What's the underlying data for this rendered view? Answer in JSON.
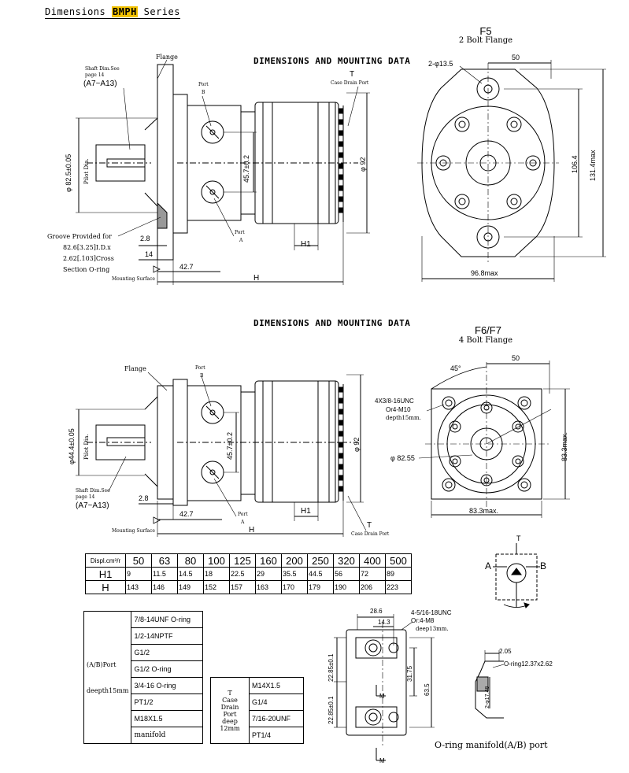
{
  "header": {
    "prefix": "Dimensions ",
    "highlight": "BMPH",
    "suffix": " Series"
  },
  "section1": {
    "title": "DIMENSIONS AND MOUNTING DATA",
    "flange_name": "F5",
    "flange_desc": "2 Bolt Flange",
    "labels": {
      "flange": "Flange",
      "shaft_dim": "Shaft Dim.See",
      "shaft_page": "page 14",
      "shaft_range": "(A7~A13)",
      "port": "Port",
      "port_b": "B",
      "port_a": "A",
      "t": "T",
      "case_drain": "Case Drain Port",
      "pilot": "φ 82.5±0.05",
      "pilot_dia": "Pilot Dia.",
      "port_spacing": "45.7±0.2",
      "dia92": "φ 92",
      "groove1": "Groove Provided for",
      "groove2": "82.6[3.25]I.D.x",
      "groove3": "2.62[.103]Cross",
      "groove4": "Section O-ring",
      "d28": "2.8",
      "d14": "14",
      "d427": "42.7",
      "h1": "H1",
      "h": "H",
      "mounting": "Mounting Surface"
    },
    "front": {
      "holes": "2-φ13.5",
      "d50": "50",
      "d1064": "106.4",
      "d1314": "131.4max",
      "d968": "96.8max"
    }
  },
  "section2": {
    "title": "DIMENSIONS AND MOUNTING DATA",
    "flange_name": "F6/F7",
    "flange_desc": "4 Bolt Flange",
    "labels": {
      "flange": "Flange",
      "port": "Port",
      "port_b": "B",
      "port_a": "A",
      "pilot": "φ44.4±0.05",
      "pilot_dia": "Pilot Dia.",
      "port_spacing": "45.7±0.2",
      "dia92": "φ 92",
      "shaft_dim": "Shaft Dim.See",
      "shaft_page": "page 14",
      "shaft_range": "(A7~A13)",
      "d28": "2.8",
      "d427": "42.7",
      "mounting": "Mounting Surface",
      "h": "H",
      "h1": "H1",
      "t": "T",
      "case_drain": "Case Drain Port"
    },
    "front": {
      "angle": "45°",
      "d50": "50",
      "holes1": "4X3/8-16UNC",
      "holes2": "Or4-M10",
      "holes3": "depth15mm.",
      "d8255": "φ 82.55",
      "d833": "83.3max.",
      "d833h": "83.3max."
    }
  },
  "displacement_table": {
    "header_label": "Displ.cm³/r",
    "columns": [
      "50",
      "63",
      "80",
      "100",
      "125",
      "160",
      "200",
      "250",
      "320",
      "400",
      "500"
    ],
    "rows": [
      {
        "label": "H1",
        "values": [
          "9",
          "11.5",
          "14.5",
          "18",
          "22.5",
          "29",
          "35.5",
          "44.5",
          "56",
          "72",
          "89"
        ]
      },
      {
        "label": "H",
        "values": [
          "143",
          "146",
          "149",
          "152",
          "157",
          "163",
          "170",
          "179",
          "190",
          "206",
          "223"
        ]
      }
    ]
  },
  "ab_port_table": {
    "label1": "(A/B)Port",
    "label2": "deepth15mm",
    "options": [
      "7/8-14UNF O-ring",
      "1/2-14NPTF",
      "G1/2",
      "G1/2 O-ring",
      "3/4-16 O-ring",
      "PT1/2",
      "M18X1.5",
      "manifold"
    ]
  },
  "t_port_table": {
    "label1": "T",
    "label2": "Case Drain",
    "label3": "Port",
    "label4": "deep 12mm",
    "options": [
      "M14X1.5",
      "G1/4",
      "7/16-20UNF",
      "PT1/4"
    ]
  },
  "symbol": {
    "t": "T",
    "a": "A",
    "b": "B"
  },
  "manifold": {
    "d286": "28.6",
    "d143": "14.3",
    "thread1": "4-5/16-18UNC",
    "thread2": "Or:4-M8",
    "thread3": "deep13mm.",
    "d3175": "31.75",
    "d635": "63.5",
    "d2285a": "22.85±0.1",
    "d2285b": "22.85±0.1",
    "m": "M",
    "m2": "M",
    "caption": "O-ring manifold(A/B) port"
  },
  "oring": {
    "d205": "2.05",
    "spec": "O-ring12.37x2.62",
    "d": "2-φ17.48"
  }
}
